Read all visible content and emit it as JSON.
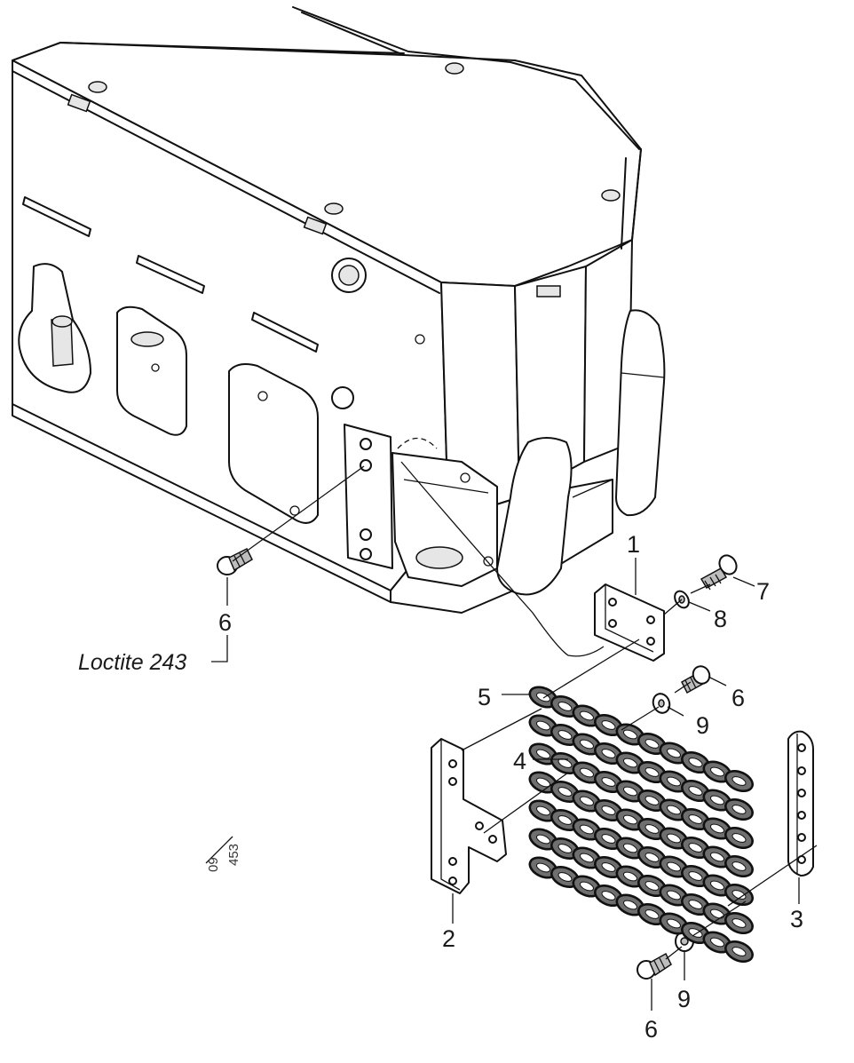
{
  "callouts": {
    "c1": "1",
    "c2": "2",
    "c3": "3",
    "c4": "4",
    "c5": "5",
    "c6a": "6",
    "c6b": "6",
    "c6c": "6",
    "c7": "7",
    "c8": "8",
    "c9a": "9",
    "c9b": "9"
  },
  "note": "Loctite 243",
  "drawing_ref": {
    "left": "09",
    "right": "453"
  }
}
